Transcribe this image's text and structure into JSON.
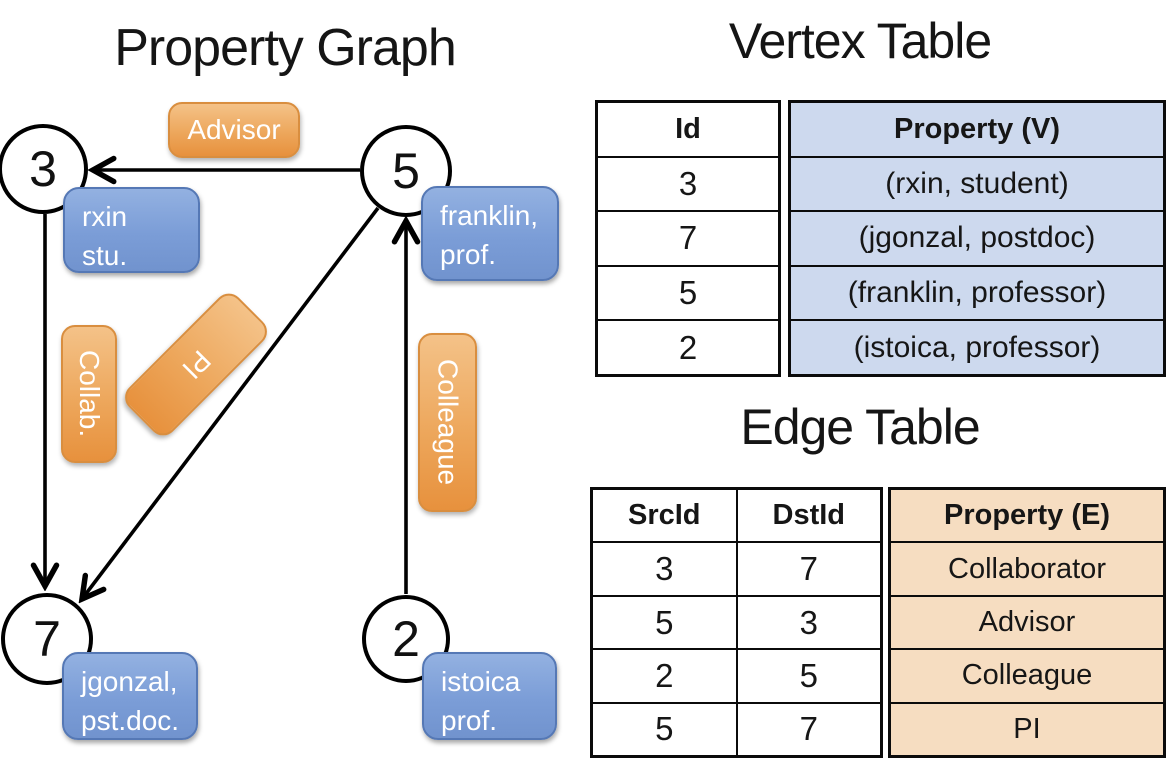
{
  "titles": {
    "graph": "Property Graph",
    "vertex_table": "Vertex Table",
    "edge_table": "Edge Table"
  },
  "graph": {
    "nodes": {
      "n3": "3",
      "n5": "5",
      "n7": "7",
      "n2": "2"
    },
    "vertex_props": {
      "rxin": {
        "line1": "rxin",
        "line2": "stu."
      },
      "franklin": {
        "line1": "franklin,",
        "line2": "prof."
      },
      "jgonzal": {
        "line1": "jgonzal,",
        "line2": "pst.doc."
      },
      "istoica": {
        "line1": "istoica",
        "line2": "prof."
      }
    },
    "edge_labels": {
      "advisor": "Advisor",
      "collab": "Collab.",
      "pi": "PI",
      "colleague": "Colleague"
    }
  },
  "vertex_table": {
    "headers": {
      "id": "Id",
      "property": "Property (V)"
    },
    "rows": [
      {
        "id": "3",
        "property": "(rxin, student)"
      },
      {
        "id": "7",
        "property": "(jgonzal, postdoc)"
      },
      {
        "id": "5",
        "property": "(franklin, professor)"
      },
      {
        "id": "2",
        "property": "(istoica, professor)"
      }
    ]
  },
  "edge_table": {
    "headers": {
      "src": "SrcId",
      "dst": "DstId",
      "property": "Property (E)"
    },
    "rows": [
      {
        "src": "3",
        "dst": "7",
        "property": "Collaborator"
      },
      {
        "src": "5",
        "dst": "3",
        "property": "Advisor"
      },
      {
        "src": "2",
        "dst": "5",
        "property": "Colleague"
      },
      {
        "src": "5",
        "dst": "7",
        "property": "PI"
      }
    ]
  },
  "colors": {
    "orange_top": "#f4c288",
    "orange_bottom": "#e7913d",
    "orange_border": "#d98e3f",
    "blue_top": "#93b1e1",
    "blue_bottom": "#7193ce",
    "blue_border": "#5578b5",
    "vertex_cell_bg": "#cdd9ee",
    "edge_cell_bg": "#f6ddc1",
    "edge_line": "#000000"
  }
}
